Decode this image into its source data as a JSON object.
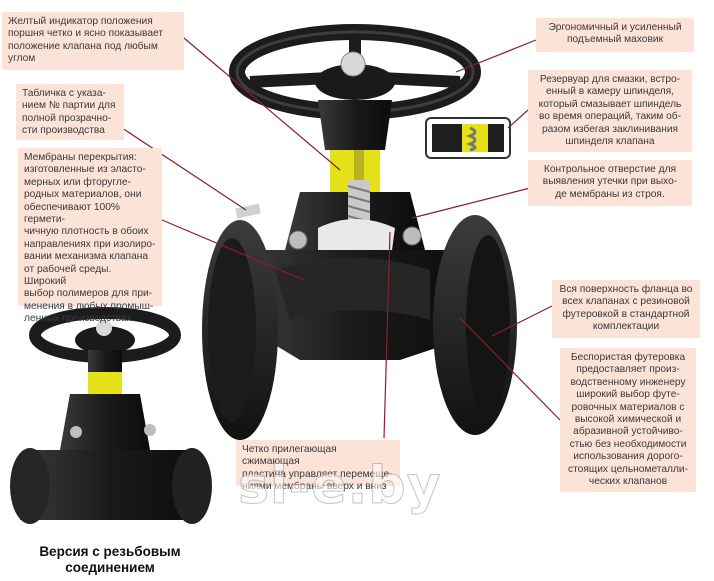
{
  "callouts": {
    "indicator": "Желтый индикатор положения\nпоршня четко и ясно показывает\nположение клапана под любым\nуглом",
    "nameplate": "Табличка с указа-\nнием № партии для\nполной прозрачно-\nсти производства",
    "membranes": "Мембраны перекрытия:\nизготовленные из эласто-\nмерных или фторугле-\nродных материалов, они\nобеспечивают 100% гермети-\nчичную плотность в обоих\nнаправлениях при изолиро-\nвании механизма клапана\nот рабочей среды. Широкий\nвыбор полимеров для при-\nменения в любых промыш-\nленных производствах.",
    "handwheel": "Эргономичный и усиленный\nподъемный маховик",
    "grease": "Резервуар для смазки, встро-\nенный в камеру шпинделя,\nкоторый смазывает шпиндель\nво время операций, таким об-\nразом избегая заклинивания\nшпинделя клапана",
    "leak_hole": "Контрольное отверстие для\nвыявления утечки при выхо-\nде мембраны из строя.",
    "flange": "Вся поверхность фланца во\nвсех клапанах с резиновой\nфутеровкой в стандартной\nкомплектации",
    "lining": "Беспористая футеровка\nпредоставляет произ-\nводственному инженеру\nширокий выбор футе-\nровочных материалов с\nвысокой химической и\nабразивной устойчиво-\nстью без необходимости\nиспользования дорого-\nстоящих цельнометалли-\nческих клапанов",
    "pressure_plate": "Четко прилегающая сжимающая\nпластина управляет перемеще-\nниями мембраны вверх и вниз"
  },
  "caption": "Версия с резьбовым\nсоединением",
  "watermark": "si-e.by",
  "colors": {
    "callout_bg": "#fbe3d8",
    "valve_body": "#1e1e1e",
    "indicator": "#e6e21a",
    "leader": "#8a1f2c"
  }
}
